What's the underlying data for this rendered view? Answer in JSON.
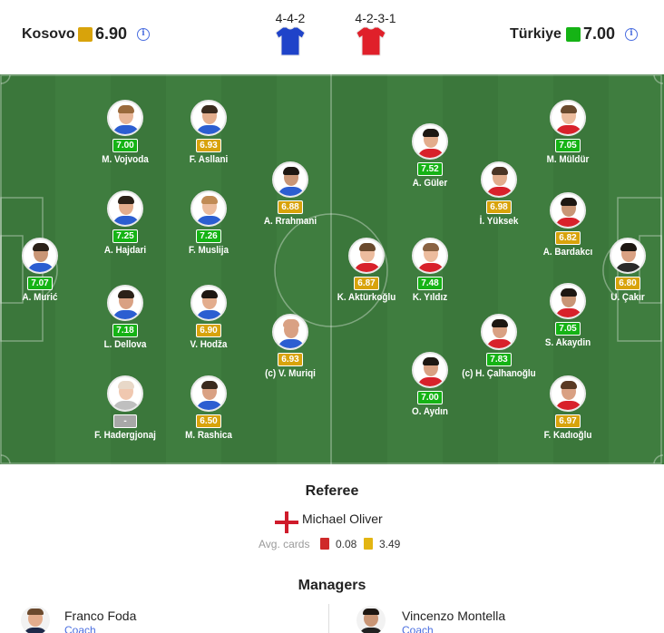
{
  "header": {
    "home": {
      "name": "Kosovo",
      "rating": "6.90",
      "rating_color": "#d8a30b",
      "formation": "4-4-2",
      "shirt_color": "#1f43c9"
    },
    "away": {
      "name": "Türkiye",
      "rating": "7.00",
      "rating_color": "#15b315",
      "formation": "4-2-3-1",
      "shirt_color": "#e0202a"
    },
    "info_glyph": "i"
  },
  "players": [
    {
      "id": "murić",
      "name": "A. Murić",
      "rating": "7.07",
      "rating_color": "#15b315",
      "skin": "#c99676",
      "hair": "#2b2118",
      "kit": "#2c5ed1"
    },
    {
      "id": "vojvoda",
      "name": "M. Vojvoda",
      "rating": "7.00",
      "rating_color": "#15b315",
      "skin": "#e8b698",
      "hair": "#9a6a3c",
      "kit": "#2c5ed1"
    },
    {
      "id": "hajdari",
      "name": "A. Hajdari",
      "rating": "7.25",
      "rating_color": "#15b315",
      "skin": "#e3ad8d",
      "hair": "#2b2118",
      "kit": "#2c5ed1"
    },
    {
      "id": "dellova",
      "name": "L. Dellova",
      "rating": "7.18",
      "rating_color": "#15b315",
      "skin": "#d9a183",
      "hair": "#2b2118",
      "kit": "#2c5ed1"
    },
    {
      "id": "hadergjonaj",
      "name": "F. Hadergjonaj",
      "rating": "-",
      "rating_color": "#a8a8a8",
      "skin": "#f0c8b0",
      "hair": "#e8d8c8",
      "kit": "#bfbfbf"
    },
    {
      "id": "asllani",
      "name": "F. Asllani",
      "rating": "6.93",
      "rating_color": "#d8a30b",
      "skin": "#e3ad8d",
      "hair": "#3a2a1e",
      "kit": "#2c5ed1"
    },
    {
      "id": "muslija",
      "name": "F. Muslija",
      "rating": "7.26",
      "rating_color": "#15b315",
      "skin": "#ecbc9e",
      "hair": "#c08a54",
      "kit": "#2c5ed1"
    },
    {
      "id": "hodza",
      "name": "V. Hodža",
      "rating": "6.90",
      "rating_color": "#d8a30b",
      "skin": "#e3ad8d",
      "hair": "#1d1712",
      "kit": "#2c5ed1"
    },
    {
      "id": "rashica",
      "name": "M. Rashica",
      "rating": "6.50",
      "rating_color": "#d8a30b",
      "skin": "#d9a183",
      "hair": "#3a2a1e",
      "kit": "#2c5ed1"
    },
    {
      "id": "rrahmani",
      "name": "A. Rrahmani",
      "rating": "6.88",
      "rating_color": "#d8a30b",
      "skin": "#c99676",
      "hair": "#1d1712",
      "kit": "#2c5ed1"
    },
    {
      "id": "muriqi",
      "name": "(c) V. Muriqi",
      "rating": "6.93",
      "rating_color": "#d8a30b",
      "skin": "#d9a183",
      "hair": "#d9a183",
      "kit": "#2c5ed1"
    },
    {
      "id": "akturkoglu",
      "name": "K. Aktürkoğlu",
      "rating": "6.87",
      "rating_color": "#d8a30b",
      "skin": "#ecbc9e",
      "hair": "#6b4a2e",
      "kit": "#d8212b"
    },
    {
      "id": "guler",
      "name": "A. Güler",
      "rating": "7.52",
      "rating_color": "#15b315",
      "skin": "#e3ad8d",
      "hair": "#1d1712",
      "kit": "#d8212b"
    },
    {
      "id": "yildiz",
      "name": "K. Yıldız",
      "rating": "7.48",
      "rating_color": "#15b315",
      "skin": "#ecbc9e",
      "hair": "#8a6242",
      "kit": "#d8212b"
    },
    {
      "id": "aydin",
      "name": "O. Aydın",
      "rating": "7.00",
      "rating_color": "#15b315",
      "skin": "#d9a183",
      "hair": "#1d1712",
      "kit": "#d8212b"
    },
    {
      "id": "yuksek",
      "name": "İ. Yüksek",
      "rating": "6.98",
      "rating_color": "#d8a30b",
      "skin": "#e3ad8d",
      "hair": "#4a3424",
      "kit": "#d8212b"
    },
    {
      "id": "calhanoglu",
      "name": "(c) H. Çalhanoğlu",
      "rating": "7.83",
      "rating_color": "#15b315",
      "skin": "#d9a183",
      "hair": "#1d1712",
      "kit": "#d8212b"
    },
    {
      "id": "muldur",
      "name": "M. Müldür",
      "rating": "7.05",
      "rating_color": "#15b315",
      "skin": "#ecbc9e",
      "hair": "#6b4a2e",
      "kit": "#d8212b"
    },
    {
      "id": "bardakci",
      "name": "A. Bardakcı",
      "rating": "6.82",
      "rating_color": "#d8a30b",
      "skin": "#c99676",
      "hair": "#1d1712",
      "kit": "#d8212b"
    },
    {
      "id": "akaydin",
      "name": "S. Akaydin",
      "rating": "7.05",
      "rating_color": "#15b315",
      "skin": "#c99676",
      "hair": "#1d1712",
      "kit": "#d8212b"
    },
    {
      "id": "kadioglu",
      "name": "F. Kadıoğlu",
      "rating": "6.97",
      "rating_color": "#d8a30b",
      "skin": "#d9a183",
      "hair": "#5a3a24",
      "kit": "#d8212b"
    },
    {
      "id": "cakir",
      "name": "U. Çakır",
      "rating": "6.80",
      "rating_color": "#d8a30b",
      "skin": "#d9a183",
      "hair": "#1d1712",
      "kit": "#2a2a2a"
    }
  ],
  "referee": {
    "title": "Referee",
    "name": "Michael Oliver",
    "avg_cards_label": "Avg. cards",
    "red_avg": "0.08",
    "yellow_avg": "3.49",
    "red_color": "#cf2a2a",
    "yellow_color": "#e3b512"
  },
  "managers": {
    "title": "Managers",
    "home": {
      "name": "Franco Foda",
      "role": "Coach"
    },
    "away": {
      "name": "Vincenzo Montella",
      "role": "Coach"
    }
  }
}
